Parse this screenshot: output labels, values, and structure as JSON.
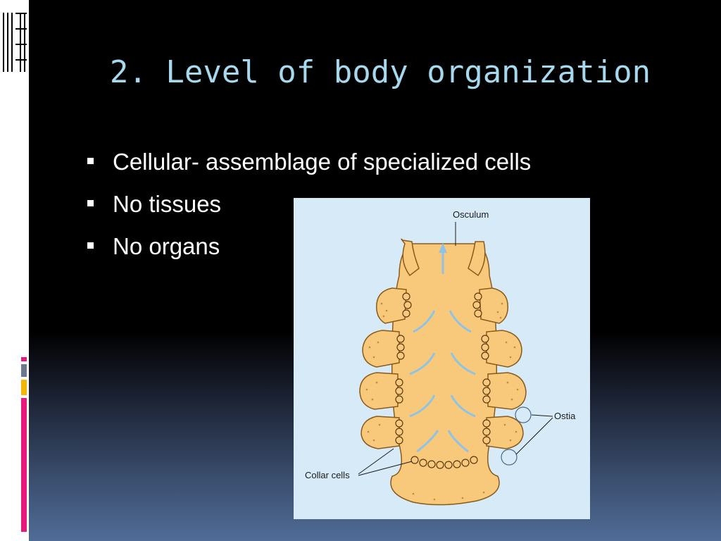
{
  "slide": {
    "title": "2. Level of body organization",
    "bullets": [
      "Cellular- assemblage of specialized cells",
      "No tissues",
      "No organs"
    ]
  },
  "figure": {
    "labels": {
      "osculum": "Osculum",
      "ostia": "Ostia",
      "collar_cells": "Collar cells"
    }
  },
  "colors": {
    "title": "#a6d8ee",
    "text": "#ffffff",
    "figure_bg": "#d7eaf8",
    "sponge_body": "#f8c97a",
    "accent_pink": "#e8197c",
    "accent_yellow": "#f2b705",
    "accent_gray": "#6b7a8c"
  },
  "icons": [
    "bullet-square-icon",
    "slide-edge-lines-icon"
  ]
}
